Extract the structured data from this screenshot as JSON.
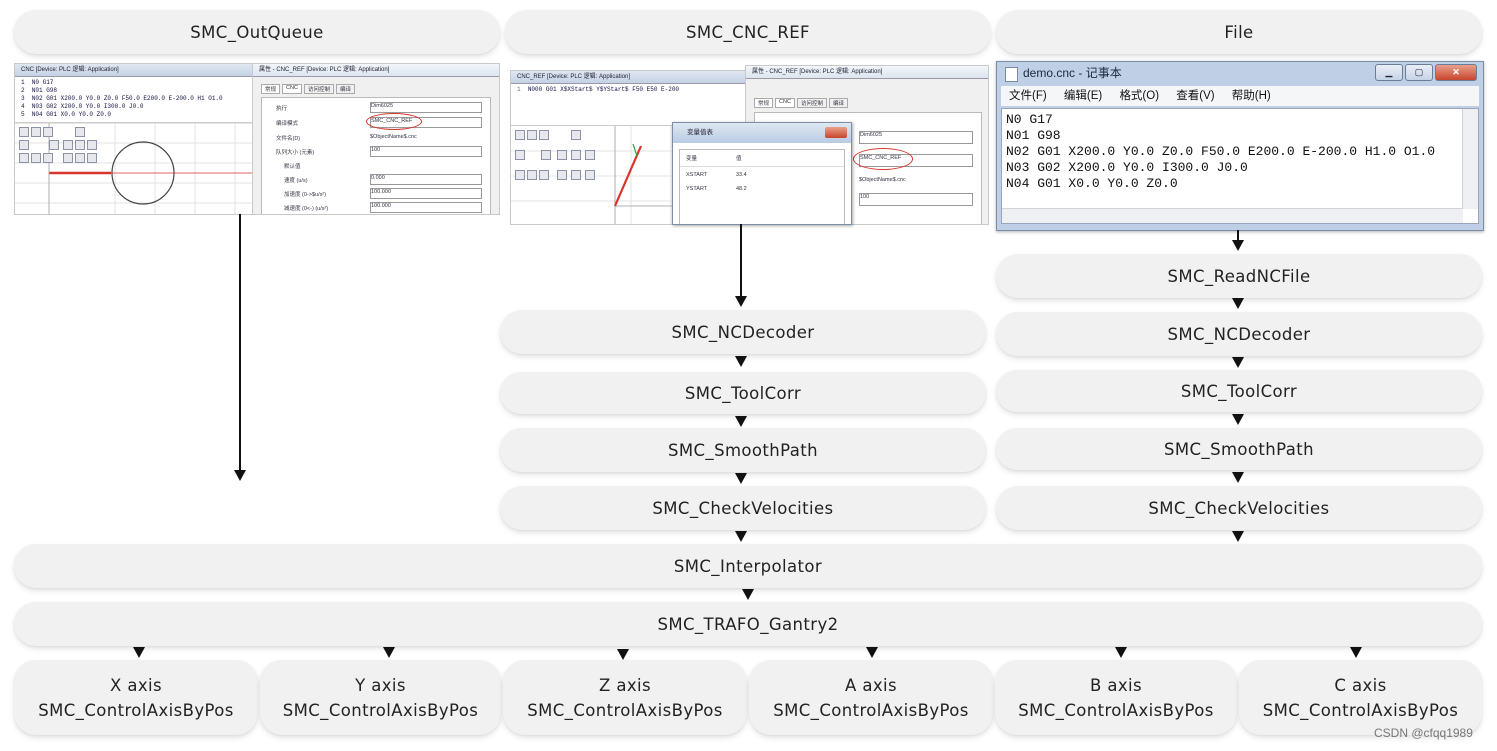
{
  "diagram": {
    "headers": {
      "outqueue": "SMC_OutQueue",
      "cnc_ref": "SMC_CNC_REF",
      "file": "File"
    },
    "middle_chain": [
      "SMC_NCDecoder",
      "SMC_ToolCorr",
      "SMC_SmoothPath",
      "SMC_CheckVelocities"
    ],
    "right_chain": [
      "SMC_ReadNCFile",
      "SMC_NCDecoder",
      "SMC_ToolCorr",
      "SMC_SmoothPath",
      "SMC_CheckVelocities"
    ],
    "interpolator": "SMC_Interpolator",
    "trafo": "SMC_TRAFO_Gantry2",
    "axes": [
      {
        "axis": "X axis",
        "fb": "SMC_ControlAxisByPos"
      },
      {
        "axis": "Y axis",
        "fb": "SMC_ControlAxisByPos"
      },
      {
        "axis": "Z axis",
        "fb": "SMC_ControlAxisByPos"
      },
      {
        "axis": "A axis",
        "fb": "SMC_ControlAxisByPos"
      },
      {
        "axis": "B axis",
        "fb": "SMC_ControlAxisByPos"
      },
      {
        "axis": "C axis",
        "fb": "SMC_ControlAxisByPos"
      }
    ]
  },
  "screenshot_outqueue": {
    "editor_tab": "CNC [Device: PLC 逻辑: Application]",
    "props_title": "属性 - CNC_REF [Device: PLC 逻辑: Application]",
    "props_tabs": [
      "常规",
      "CNC",
      "访问控制",
      "编译"
    ],
    "props_rows": [
      [
        "执行",
        "Dim6025"
      ],
      [
        "编译模式",
        "SMC_CNC_REF"
      ],
      [
        "文件名(D)",
        "$ObjectName$.cnc"
      ],
      [
        "队列大小 (元素)",
        "100"
      ],
      [
        "默认值",
        ""
      ],
      [
        "速度 (u/s)",
        "0.000"
      ],
      [
        "加速度 (0->$u/s²)",
        "100.000"
      ],
      [
        "减速度 (0<-) (u/s²)",
        "100.000"
      ]
    ]
  },
  "screenshot_cnc_ref": {
    "editor_tab": "CNC_REF [Device: PLC 逻辑: Application]",
    "code_line": "N000 G01 X$XStart$ Y$YStart$ F50 E50 E-200",
    "props_title": "属性 - CNC_REF [Device: PLC 逻辑: Application]",
    "props_tabs": [
      "常规",
      "CNC",
      "访问控制",
      "编译"
    ],
    "props_values": [
      "Dim6025",
      "SMC_CNC_REF",
      "$ObjectName$.cnc",
      "100"
    ],
    "var_dialog_title": "变量值表",
    "var_headers": [
      "变量",
      "值"
    ],
    "var_rows": [
      [
        "XSTART",
        "33.4"
      ],
      [
        "YSTART",
        "48.2"
      ]
    ]
  },
  "notepad": {
    "title": "demo.cnc - 记事本",
    "menu": [
      "文件(F)",
      "编辑(E)",
      "格式(O)",
      "查看(V)",
      "帮助(H)"
    ],
    "lines": [
      "N0 G17",
      "N01 G98",
      "N02 G01 X200.0 Y0.0 Z0.0 F50.0 E200.0 E-200.0 H1.0 O1.0",
      "N03 G02 X200.0 Y0.0 I300.0 J0.0",
      "N04 G01 X0.0 Y0.0 Z0.0"
    ]
  },
  "watermark": "CSDN @cfqq1989",
  "colors": {
    "pill_bg": "#f1f1f1",
    "arrow": "#111111",
    "path_red": "#d9342b"
  }
}
